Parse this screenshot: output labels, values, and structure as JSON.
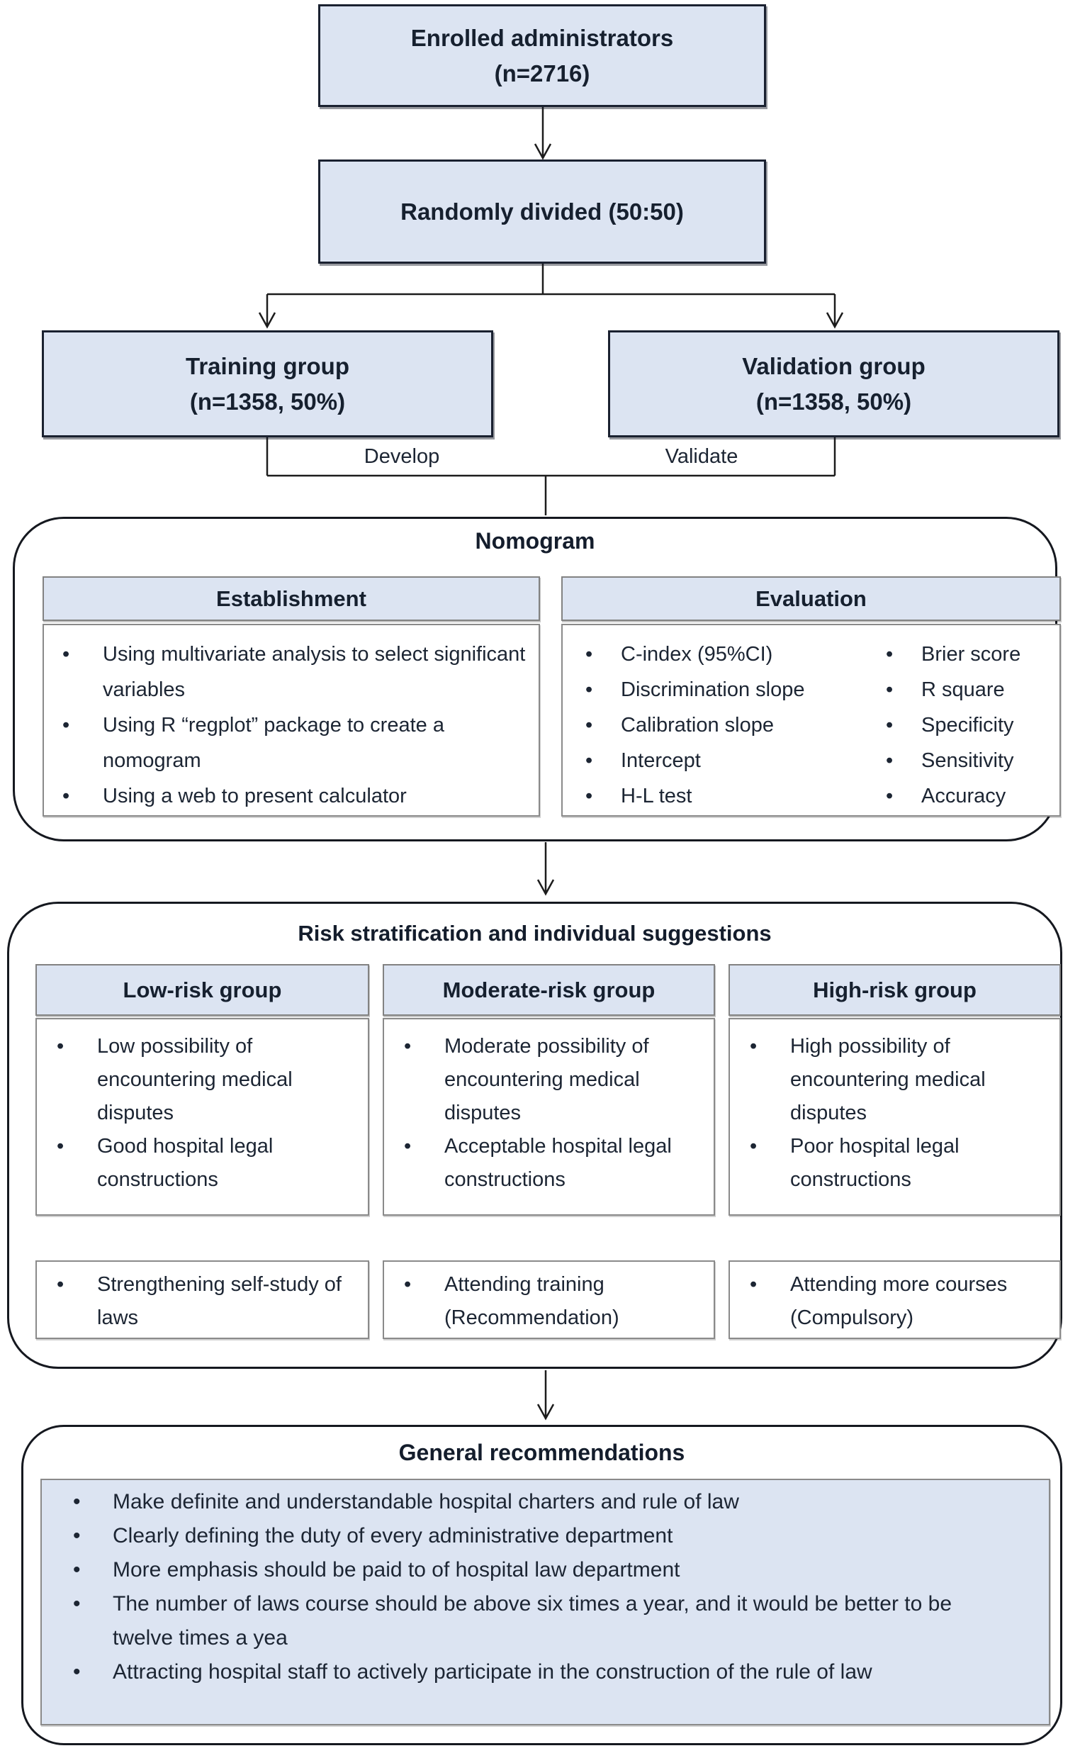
{
  "flow": {
    "enrolled": {
      "line1": "Enrolled administrators",
      "line2": "(n=2716)"
    },
    "randomly": "Randomly divided (50:50)",
    "training": {
      "line1": "Training group",
      "line2": "(n=1358, 50%)"
    },
    "validation": {
      "line1": "Validation group",
      "line2": "(n=1358, 50%)"
    },
    "develop_label": "Develop",
    "validate_label": "Validate"
  },
  "nomogram": {
    "title": "Nomogram",
    "establishment": {
      "title": "Establishment",
      "items": [
        "Using multivariate analysis to select significant variables",
        "Using R “regplot” package to create a nomogram",
        "Using a web to present calculator"
      ]
    },
    "evaluation": {
      "title": "Evaluation",
      "left_items": [
        "C-index (95%CI)",
        "Discrimination slope",
        "Calibration slope",
        "Intercept",
        "H-L test"
      ],
      "right_items": [
        "Brier score",
        "R square",
        "Specificity",
        "Sensitivity",
        "Accuracy"
      ]
    }
  },
  "risk": {
    "title": "Risk stratification and individual suggestions",
    "groups": [
      {
        "title": "Low-risk group",
        "items": [
          "Low possibility of encountering medical disputes",
          "Good hospital legal constructions"
        ],
        "suggestion": "Strengthening self-study of laws"
      },
      {
        "title": "Moderate-risk group",
        "items": [
          "Moderate possibility of encountering medical disputes",
          "Acceptable hospital legal constructions"
        ],
        "suggestion": "Attending training (Recommendation)"
      },
      {
        "title": "High-risk group",
        "items": [
          "High possibility of encountering medical disputes",
          "Poor hospital legal constructions"
        ],
        "suggestion": "Attending more courses (Compulsory)"
      }
    ]
  },
  "general": {
    "title": "General recommendations",
    "items": [
      "Make definite and understandable hospital charters and rule of law",
      "Clearly defining the duty of every administrative department",
      "More emphasis should be paid to of hospital law department",
      "The number of laws course should be above six times a year, and it would be better to be twelve times a yea",
      "Attracting hospital staff to actively participate in the construction of the rule of law"
    ]
  },
  "colors": {
    "box_fill": "#dce4f2",
    "dark_border": "#1a2130",
    "gray_border": "#8a8a8a",
    "text": "#1c2533",
    "line": "#1c1c1c"
  }
}
